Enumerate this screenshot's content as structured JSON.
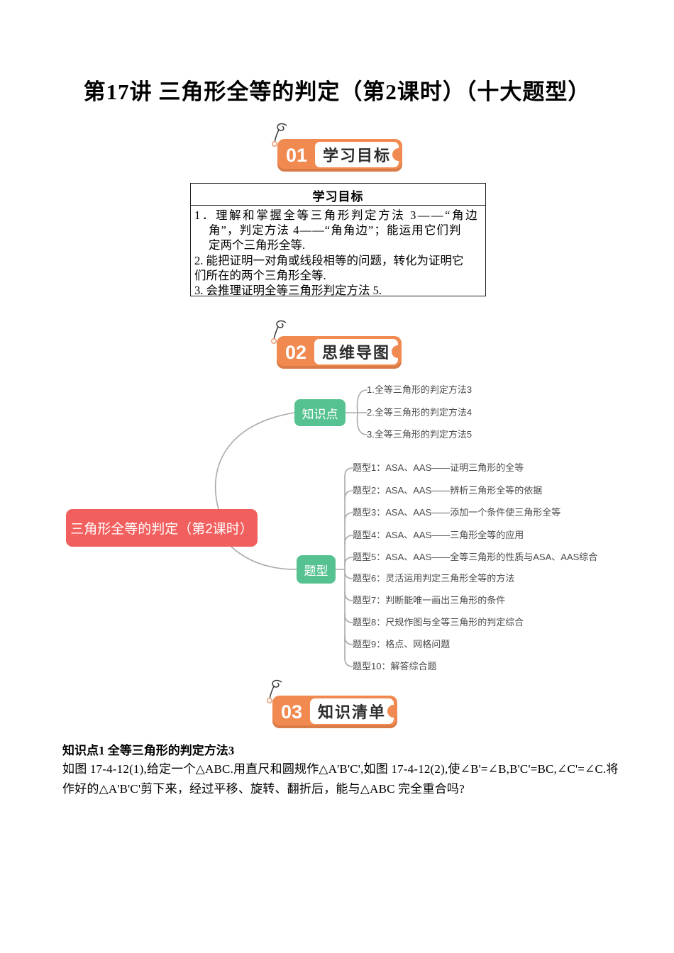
{
  "page": {
    "title": "第17讲 三角形全等的判定（第2课时）（十大题型）"
  },
  "sections": {
    "s1": {
      "num": "01",
      "label": "学习目标"
    },
    "s2": {
      "num": "02",
      "label": "思维导图"
    },
    "s3": {
      "num": "03",
      "label": "知识清单"
    }
  },
  "objectives_table": {
    "header": "学习目标",
    "lines": [
      "1．理解和掌握全等三角形判定方法 3——“角边",
      "角”，判定方法 4——“角角边”；能运用它们判",
      "定两个三角形全等.",
      "2. 能把证明一对角或线段相等的问题，转化为证明它",
      "们所在的两个三角形全等.",
      "3. 会推理证明全等三角形判定方法 5."
    ]
  },
  "mindmap": {
    "root_label": "三角形全等的判定（第2课时）",
    "knowledge": {
      "label": "知识点",
      "children": [
        "1.全等三角形的判定方法3",
        "2.全等三角形的判定方法4",
        "3.全等三角形的判定方法5"
      ]
    },
    "types": {
      "label": "题型",
      "children": [
        "题型1：ASA、AAS——证明三角形的全等",
        "题型2：ASA、AAS——辨析三角形全等的依据",
        "题型3：ASA、AAS——添加一个条件使三角形全等",
        "题型4：ASA、AAS——三角形全等的应用",
        "题型5：ASA、AAS——全等三角形的性质与ASA、AAS综合",
        "题型6：灵活运用判定三角形全等的方法",
        "题型7：判断能唯一画出三角形的条件",
        "题型8：尺规作图与全等三角形的判定综合",
        "题型9：格点、网格问题",
        "题型10：解答综合题"
      ]
    }
  },
  "knowledge_section": {
    "heading": "知识点1 全等三角形的判定方法3",
    "lines": [
      "如图 17-4-12(1),给定一个△ABC.用直尺和圆规作△A'B'C',如图 17-4-12(2),使∠B'=∠B,B'C'=BC,∠C'=∠C.将",
      "作好的△A'B'C'剪下来，经过平移、旋转、翻折后，能与△ABC 完全重合吗?"
    ]
  },
  "colors": {
    "badge_orange": "#F18A50",
    "badge_orange_dark": "#E4773B",
    "root_red": "#F25F5F",
    "node_green": "#57C291",
    "connector_gray": "#A9A9A9",
    "label_dark": "#2D2D2D",
    "leaf_text": "#4A4A4A"
  }
}
